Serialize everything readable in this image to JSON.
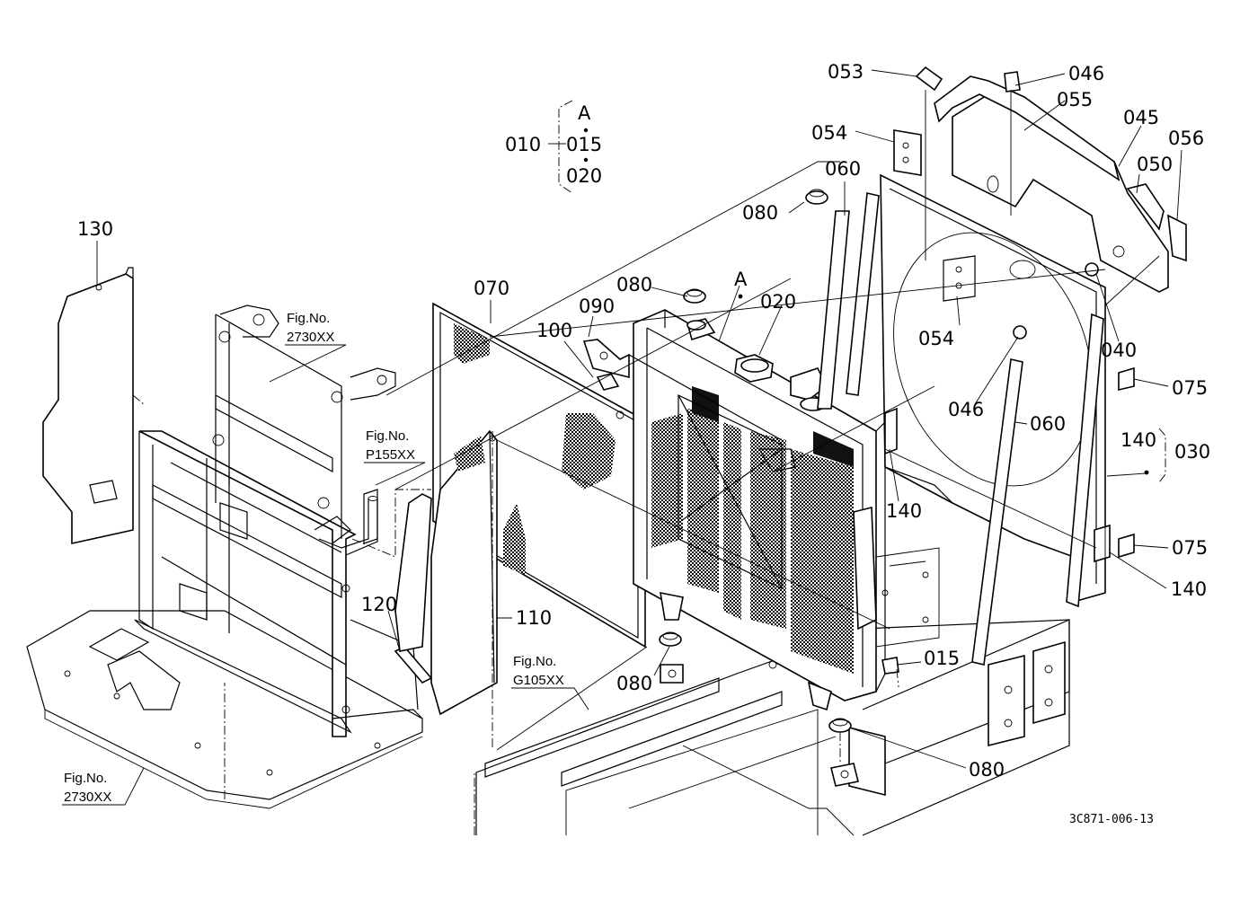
{
  "drawing_code": "3C871-006-13",
  "group_label": {
    "main": "010",
    "items": [
      "A",
      "015",
      "020"
    ]
  },
  "group_label_2": {
    "main": "030",
    "items": [
      "140"
    ]
  },
  "callouts": [
    {
      "id": "c130",
      "text": "130"
    },
    {
      "id": "c070",
      "text": "070"
    },
    {
      "id": "c090",
      "text": "090"
    },
    {
      "id": "c100",
      "text": "100"
    },
    {
      "id": "c080a",
      "text": "080"
    },
    {
      "id": "cA",
      "text": "A"
    },
    {
      "id": "c020",
      "text": "020"
    },
    {
      "id": "c080b",
      "text": "080"
    },
    {
      "id": "c060a",
      "text": "060"
    },
    {
      "id": "c053",
      "text": "053"
    },
    {
      "id": "c046a",
      "text": "046"
    },
    {
      "id": "c055",
      "text": "055"
    },
    {
      "id": "c054a",
      "text": "054"
    },
    {
      "id": "c045",
      "text": "045"
    },
    {
      "id": "c056",
      "text": "056"
    },
    {
      "id": "c050",
      "text": "050"
    },
    {
      "id": "c054b",
      "text": "054"
    },
    {
      "id": "c040",
      "text": "040"
    },
    {
      "id": "c046b",
      "text": "046"
    },
    {
      "id": "c060b",
      "text": "060"
    },
    {
      "id": "c075a",
      "text": "075"
    },
    {
      "id": "c140a",
      "text": "140"
    },
    {
      "id": "c075b",
      "text": "075"
    },
    {
      "id": "c140b",
      "text": "140"
    },
    {
      "id": "c015",
      "text": "015"
    },
    {
      "id": "c080c",
      "text": "080"
    },
    {
      "id": "c080d",
      "text": "080"
    },
    {
      "id": "c120",
      "text": "120"
    },
    {
      "id": "c110",
      "text": "110"
    }
  ],
  "figure_refs": [
    {
      "line1": "Fig.No.",
      "line2": "2730XX"
    },
    {
      "line1": "Fig.No.",
      "line2": "P155XX"
    },
    {
      "line1": "Fig.No.",
      "line2": "G105XX"
    },
    {
      "line1": "Fig.No.",
      "line2": "2730XX"
    }
  ]
}
